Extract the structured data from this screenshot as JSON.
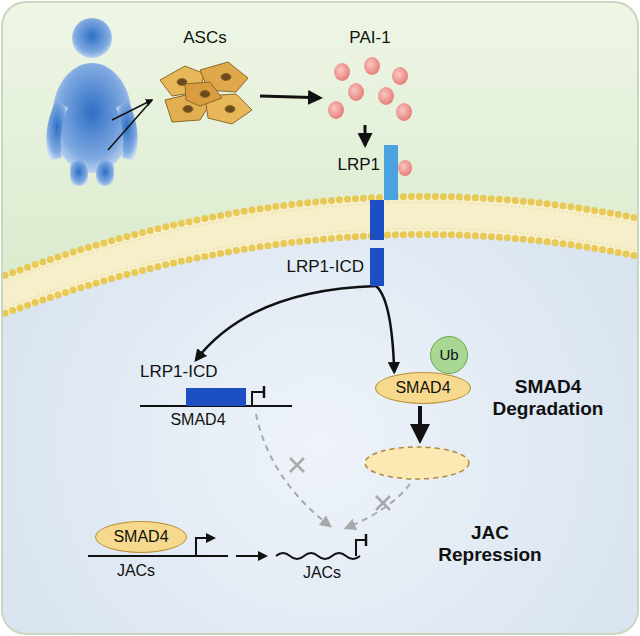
{
  "diagram": {
    "nodes": [
      {
        "text": [
          "ASCs"
        ]
      },
      {
        "text": [
          "PAI-1"
        ]
      },
      {
        "text": [
          "LRP1"
        ]
      },
      {
        "text": [
          "LRP1-ICD"
        ]
      },
      {
        "text": [
          "LRP1-ICD"
        ]
      },
      {
        "text": [
          "Ub"
        ]
      },
      {
        "text": [
          "SMAD4"
        ]
      },
      {
        "text": [
          "SMAD4"
        ]
      }
    ],
    "edges": [
      {
        "from": 0,
        "to": 1,
        "arrow": "to"
      },
      {
        "from": 1,
        "to": 2,
        "arrow": "to"
      },
      {
        "from": 3,
        "to": 4,
        "arrow": "to"
      },
      {
        "from": 3,
        "to": 6,
        "arrow": "to"
      }
    ],
    "labels": [
      "SMAD4",
      "SMAD4 Degradation",
      "JACs",
      "JACs",
      "JAC Repression"
    ]
  }
}
